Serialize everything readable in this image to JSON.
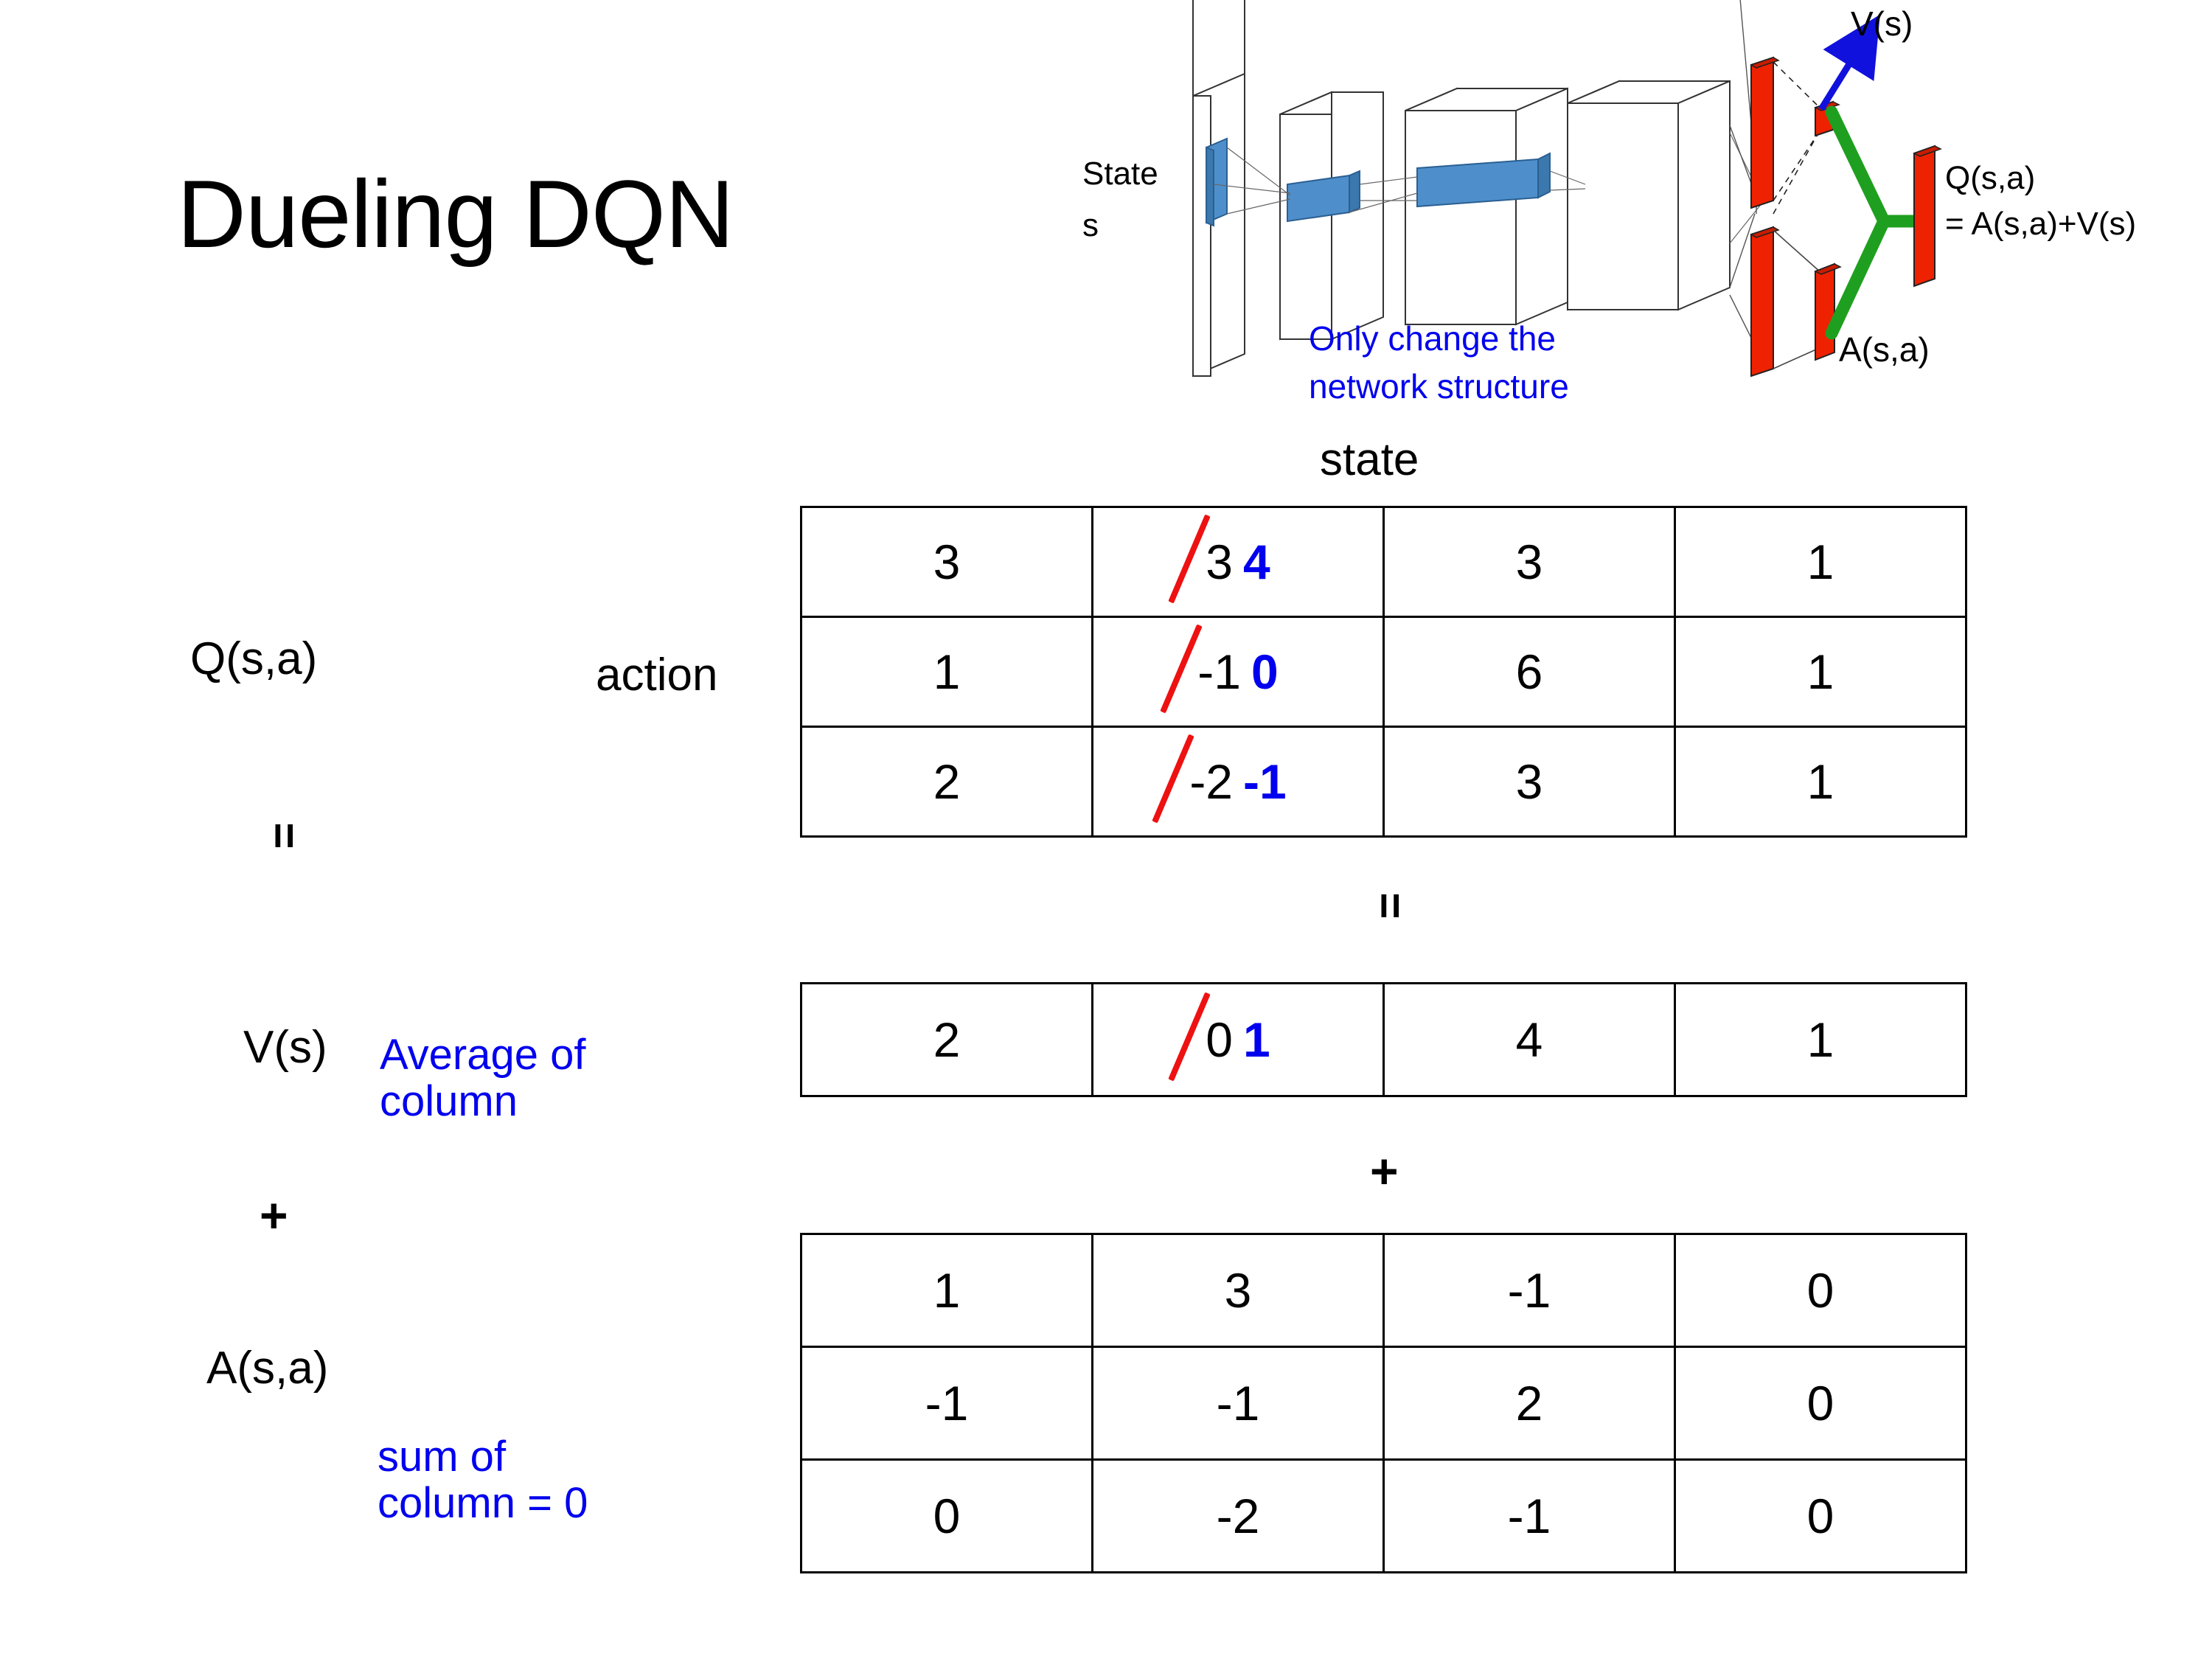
{
  "slide": {
    "title": "Dueling DQN"
  },
  "diagram": {
    "state_label_line1": "State",
    "state_label_line2": "s",
    "note": "Only change the\nnetwork structure",
    "v_output_label": "V(s)",
    "a_output_label": "A(s,a)",
    "q_output_label_line1": "Q(s,a)",
    "q_output_label_line2": "= A(s,a)+V(s)",
    "colors": {
      "note_blue": "#0000EE",
      "arrow_blue": "#1111DD",
      "bar_red": "#EE2200",
      "connector_green": "#1F9F1F",
      "conv_blue": "#4E8FCB"
    }
  },
  "axes": {
    "state_caption": "state",
    "action_caption": "action"
  },
  "labels": {
    "q": "Q(s,a)",
    "v": "V(s)",
    "a": "A(s,a)",
    "equals_rotated": "=",
    "plus": "+"
  },
  "notes": {
    "average_of_column": "Average of\ncolumn",
    "sum_of_column": "sum of\ncolumn = 0",
    "note_color": "#0000EE"
  },
  "chart_data": {
    "type": "table",
    "title": "Dueling DQN value decomposition Q(s,a) = V(s) + A(s,a)",
    "xlabel": "state",
    "ylabel": "action",
    "edit_colors": {
      "strikethrough": "#EE1111",
      "replacement": "#0000EE"
    },
    "tables": [
      {
        "name": "Q(s,a)",
        "rows": [
          [
            {
              "value": "3"
            },
            {
              "value": "3",
              "replaced_by": "4"
            },
            {
              "value": "3"
            },
            {
              "value": "1"
            }
          ],
          [
            {
              "value": "1"
            },
            {
              "value": "-1",
              "replaced_by": "0"
            },
            {
              "value": "6"
            },
            {
              "value": "1"
            }
          ],
          [
            {
              "value": "2"
            },
            {
              "value": "-2",
              "replaced_by": "-1"
            },
            {
              "value": "3"
            },
            {
              "value": "1"
            }
          ]
        ]
      },
      {
        "name": "V(s)",
        "rows": [
          [
            {
              "value": "2"
            },
            {
              "value": "0",
              "replaced_by": "1"
            },
            {
              "value": "4"
            },
            {
              "value": "1"
            }
          ]
        ]
      },
      {
        "name": "A(s,a)",
        "rows": [
          [
            {
              "value": "1"
            },
            {
              "value": "3"
            },
            {
              "value": "-1"
            },
            {
              "value": "0"
            }
          ],
          [
            {
              "value": "-1"
            },
            {
              "value": "-1"
            },
            {
              "value": "2"
            },
            {
              "value": "0"
            }
          ],
          [
            {
              "value": "0"
            },
            {
              "value": "-2"
            },
            {
              "value": "-1"
            },
            {
              "value": "0"
            }
          ]
        ]
      }
    ]
  }
}
